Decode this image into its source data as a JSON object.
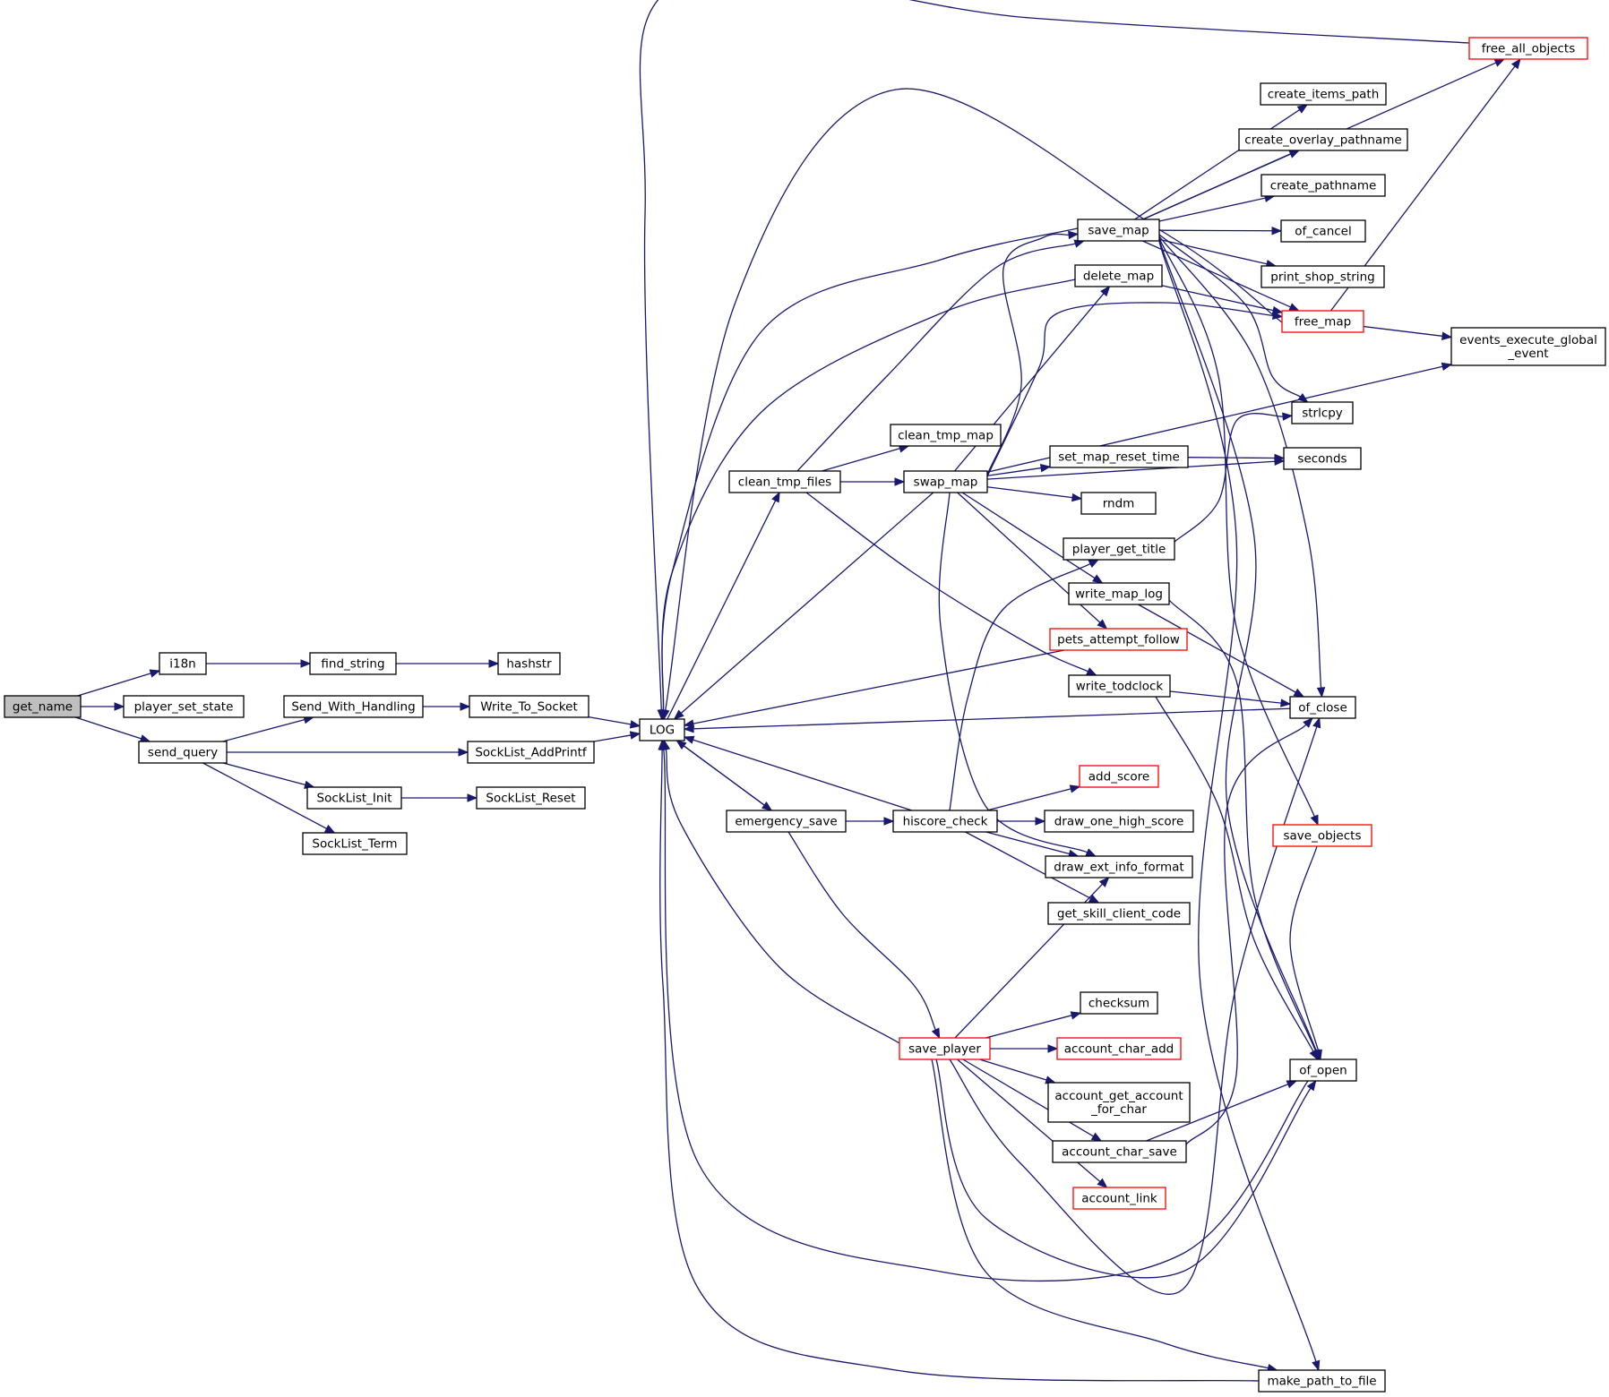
{
  "graph": {
    "nodes": [
      {
        "id": "get_name",
        "lines": [
          "get_name"
        ],
        "style": "root"
      },
      {
        "id": "i18n",
        "lines": [
          "i18n"
        ]
      },
      {
        "id": "player_set_state",
        "lines": [
          "player_set_state"
        ]
      },
      {
        "id": "send_query",
        "lines": [
          "send_query"
        ]
      },
      {
        "id": "find_string",
        "lines": [
          "find_string"
        ]
      },
      {
        "id": "hashstr",
        "lines": [
          "hashstr"
        ]
      },
      {
        "id": "Send_With_Handling",
        "lines": [
          "Send_With_Handling"
        ]
      },
      {
        "id": "Write_To_Socket",
        "lines": [
          "Write_To_Socket"
        ]
      },
      {
        "id": "SockList_AddPrintf",
        "lines": [
          "SockList_AddPrintf"
        ]
      },
      {
        "id": "SockList_Init",
        "lines": [
          "SockList_Init"
        ]
      },
      {
        "id": "SockList_Reset",
        "lines": [
          "SockList_Reset"
        ]
      },
      {
        "id": "SockList_Term",
        "lines": [
          "SockList_Term"
        ]
      },
      {
        "id": "LOG",
        "lines": [
          "LOG"
        ]
      },
      {
        "id": "clean_tmp_files",
        "lines": [
          "clean_tmp_files"
        ]
      },
      {
        "id": "emergency_save",
        "lines": [
          "emergency_save"
        ]
      },
      {
        "id": "clean_tmp_map",
        "lines": [
          "clean_tmp_map"
        ]
      },
      {
        "id": "swap_map",
        "lines": [
          "swap_map"
        ]
      },
      {
        "id": "hiscore_check",
        "lines": [
          "hiscore_check"
        ]
      },
      {
        "id": "save_player",
        "lines": [
          "save_player"
        ],
        "style": "trunc"
      },
      {
        "id": "save_map",
        "lines": [
          "save_map"
        ]
      },
      {
        "id": "delete_map",
        "lines": [
          "delete_map"
        ]
      },
      {
        "id": "set_map_reset_time",
        "lines": [
          "set_map_reset_time"
        ]
      },
      {
        "id": "rndm",
        "lines": [
          "rndm"
        ]
      },
      {
        "id": "player_get_title",
        "lines": [
          "player_get_title"
        ]
      },
      {
        "id": "write_map_log",
        "lines": [
          "write_map_log"
        ]
      },
      {
        "id": "pets_attempt_follow",
        "lines": [
          "pets_attempt_follow"
        ],
        "style": "trunc"
      },
      {
        "id": "write_todclock",
        "lines": [
          "write_todclock"
        ]
      },
      {
        "id": "add_score",
        "lines": [
          "add_score"
        ],
        "style": "trunc"
      },
      {
        "id": "draw_one_high_score",
        "lines": [
          "draw_one_high_score"
        ]
      },
      {
        "id": "draw_ext_info_format",
        "lines": [
          "draw_ext_info_format"
        ]
      },
      {
        "id": "get_skill_client_code",
        "lines": [
          "get_skill_client_code"
        ]
      },
      {
        "id": "checksum",
        "lines": [
          "checksum"
        ]
      },
      {
        "id": "account_char_add",
        "lines": [
          "account_char_add"
        ],
        "style": "trunc"
      },
      {
        "id": "account_get_account_for_char",
        "lines": [
          "account_get_account",
          "_for_char"
        ]
      },
      {
        "id": "account_char_save",
        "lines": [
          "account_char_save"
        ]
      },
      {
        "id": "account_link",
        "lines": [
          "account_link"
        ],
        "style": "trunc"
      },
      {
        "id": "free_all_objects",
        "lines": [
          "free_all_objects"
        ],
        "style": "trunc"
      },
      {
        "id": "create_items_path",
        "lines": [
          "create_items_path"
        ]
      },
      {
        "id": "create_overlay_pathname",
        "lines": [
          "create_overlay_pathname"
        ]
      },
      {
        "id": "create_pathname",
        "lines": [
          "create_pathname"
        ]
      },
      {
        "id": "of_cancel",
        "lines": [
          "of_cancel"
        ]
      },
      {
        "id": "print_shop_string",
        "lines": [
          "print_shop_string"
        ]
      },
      {
        "id": "free_map",
        "lines": [
          "free_map"
        ],
        "style": "trunc"
      },
      {
        "id": "events_execute_global_event",
        "lines": [
          "events_execute_global",
          "_event"
        ]
      },
      {
        "id": "strlcpy",
        "lines": [
          "strlcpy"
        ]
      },
      {
        "id": "seconds",
        "lines": [
          "seconds"
        ]
      },
      {
        "id": "of_close",
        "lines": [
          "of_close"
        ]
      },
      {
        "id": "save_objects",
        "lines": [
          "save_objects"
        ],
        "style": "trunc"
      },
      {
        "id": "of_open",
        "lines": [
          "of_open"
        ]
      },
      {
        "id": "make_path_to_file",
        "lines": [
          "make_path_to_file"
        ]
      }
    ],
    "edges": [
      [
        "get_name",
        "i18n"
      ],
      [
        "get_name",
        "player_set_state"
      ],
      [
        "get_name",
        "send_query"
      ],
      [
        "i18n",
        "find_string"
      ],
      [
        "find_string",
        "hashstr"
      ],
      [
        "send_query",
        "Send_With_Handling"
      ],
      [
        "send_query",
        "SockList_AddPrintf"
      ],
      [
        "send_query",
        "SockList_Init"
      ],
      [
        "send_query",
        "SockList_Term"
      ],
      [
        "Send_With_Handling",
        "Write_To_Socket"
      ],
      [
        "Write_To_Socket",
        "LOG"
      ],
      [
        "SockList_AddPrintf",
        "LOG"
      ],
      [
        "SockList_Init",
        "SockList_Reset"
      ],
      [
        "LOG",
        "clean_tmp_files"
      ],
      [
        "LOG",
        "emergency_save"
      ],
      [
        "clean_tmp_files",
        "clean_tmp_map"
      ],
      [
        "clean_tmp_files",
        "swap_map"
      ],
      [
        "clean_tmp_files",
        "save_map"
      ],
      [
        "clean_tmp_files",
        "write_todclock"
      ],
      [
        "swap_map",
        "LOG"
      ],
      [
        "swap_map",
        "save_map"
      ],
      [
        "swap_map",
        "delete_map"
      ],
      [
        "swap_map",
        "free_map"
      ],
      [
        "swap_map",
        "events_execute_global_event"
      ],
      [
        "swap_map",
        "seconds"
      ],
      [
        "swap_map",
        "set_map_reset_time"
      ],
      [
        "swap_map",
        "rndm"
      ],
      [
        "swap_map",
        "write_map_log"
      ],
      [
        "swap_map",
        "pets_attempt_follow"
      ],
      [
        "swap_map",
        "draw_ext_info_format"
      ],
      [
        "save_map",
        "LOG"
      ],
      [
        "save_map",
        "free_all_objects"
      ],
      [
        "save_map",
        "create_items_path"
      ],
      [
        "save_map",
        "create_overlay_pathname"
      ],
      [
        "save_map",
        "create_pathname"
      ],
      [
        "save_map",
        "of_cancel"
      ],
      [
        "save_map",
        "print_shop_string"
      ],
      [
        "save_map",
        "free_map"
      ],
      [
        "save_map",
        "strlcpy"
      ],
      [
        "save_map",
        "of_close"
      ],
      [
        "save_map",
        "save_objects"
      ],
      [
        "save_map",
        "of_open"
      ],
      [
        "save_map",
        "make_path_to_file"
      ],
      [
        "delete_map",
        "LOG"
      ],
      [
        "delete_map",
        "free_map"
      ],
      [
        "free_map",
        "LOG"
      ],
      [
        "free_map",
        "free_all_objects"
      ],
      [
        "free_map",
        "events_execute_global_event"
      ],
      [
        "free_all_objects",
        "LOG"
      ],
      [
        "set_map_reset_time",
        "seconds"
      ],
      [
        "player_get_title",
        "strlcpy"
      ],
      [
        "write_map_log",
        "of_close"
      ],
      [
        "write_map_log",
        "of_open"
      ],
      [
        "pets_attempt_follow",
        "LOG"
      ],
      [
        "write_todclock",
        "of_close"
      ],
      [
        "write_todclock",
        "of_open"
      ],
      [
        "of_close",
        "LOG"
      ],
      [
        "of_open",
        "LOG"
      ],
      [
        "make_path_to_file",
        "LOG"
      ],
      [
        "emergency_save",
        "LOG"
      ],
      [
        "emergency_save",
        "hiscore_check"
      ],
      [
        "emergency_save",
        "save_player"
      ],
      [
        "hiscore_check",
        "LOG"
      ],
      [
        "hiscore_check",
        "player_get_title"
      ],
      [
        "hiscore_check",
        "add_score"
      ],
      [
        "hiscore_check",
        "draw_one_high_score"
      ],
      [
        "hiscore_check",
        "draw_ext_info_format"
      ],
      [
        "hiscore_check",
        "get_skill_client_code"
      ],
      [
        "save_player",
        "LOG"
      ],
      [
        "save_player",
        "draw_ext_info_format"
      ],
      [
        "save_player",
        "of_close"
      ],
      [
        "save_player",
        "checksum"
      ],
      [
        "save_player",
        "account_char_add"
      ],
      [
        "save_player",
        "account_get_account_for_char"
      ],
      [
        "save_player",
        "account_char_save"
      ],
      [
        "save_player",
        "account_link"
      ],
      [
        "save_player",
        "of_open"
      ],
      [
        "save_player",
        "make_path_to_file"
      ],
      [
        "account_char_save",
        "of_close"
      ],
      [
        "account_char_save",
        "of_open"
      ],
      [
        "save_objects",
        "of_open"
      ]
    ]
  },
  "colors": {
    "edge": "#191970",
    "node_border": "#000000",
    "truncated_border": "#ff0000",
    "root_fill": "#bfbfbf"
  }
}
